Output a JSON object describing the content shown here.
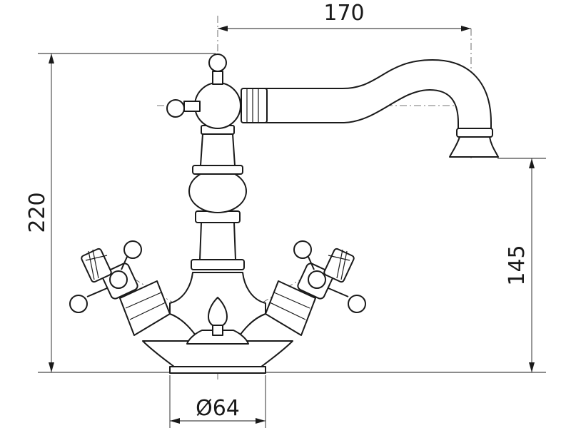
{
  "drawing": {
    "subject": "mixer tap",
    "dimensions": {
      "spout_reach": "170",
      "total_height": "220",
      "spout_height": "145",
      "base_diameter": "Ø64"
    },
    "colors": {
      "line": "#1a1a1a",
      "background": "#ffffff"
    }
  }
}
